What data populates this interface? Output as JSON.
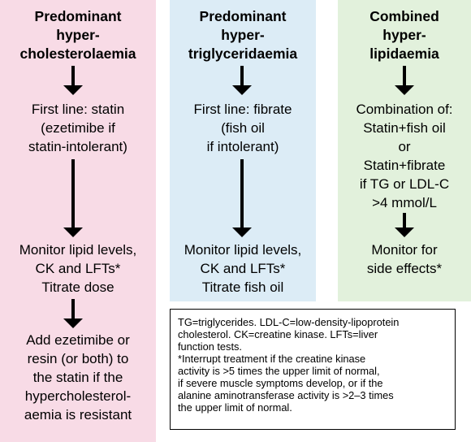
{
  "columns": [
    {
      "title": [
        "Predominant",
        "hyper-",
        "cholesterolaemia"
      ],
      "steps": [
        [
          "First line: statin",
          "(ezetimibe if",
          "statin-intolerant)"
        ],
        [
          "Monitor lipid levels,",
          "CK and LFTs*",
          "Titrate dose"
        ],
        [
          "Add ezetimibe or",
          "resin (or both) to",
          "the statin if the",
          "hypercholesterol-",
          "aemia is resistant"
        ]
      ]
    },
    {
      "title": [
        "Predominant",
        "hyper-",
        "triglyceridaemia"
      ],
      "steps": [
        [
          "First line: fibrate",
          "(fish oil",
          "if intolerant)"
        ],
        [
          "Monitor lipid levels,",
          "CK and LFTs*",
          "Titrate fish oil"
        ]
      ]
    },
    {
      "title": [
        "Combined",
        "hyper-",
        "lipidaemia"
      ],
      "steps": [
        [
          "Combination of:",
          "Statin+fish oil",
          "or",
          "Statin+fibrate",
          "if TG or LDL-C",
          ">4 mmol/L"
        ],
        [
          "Monitor for",
          "side effects*"
        ]
      ]
    }
  ],
  "note": {
    "lines": [
      "TG=triglycerides. LDL-C=low-density-lipoprotein",
      "cholesterol. CK=creatine kinase. LFTs=liver",
      "function tests.",
      "*Interrupt treatment if the creatine kinase",
      "activity is >5 times the upper limit of normal,",
      "if severe muscle symptoms develop, or if the",
      "alanine aminotransferase activity is >2–3 times",
      "the upper limit of normal."
    ]
  },
  "colors": {
    "pink": "#f8dbe6",
    "blue": "#dcecf6",
    "green": "#e2f1dc"
  }
}
